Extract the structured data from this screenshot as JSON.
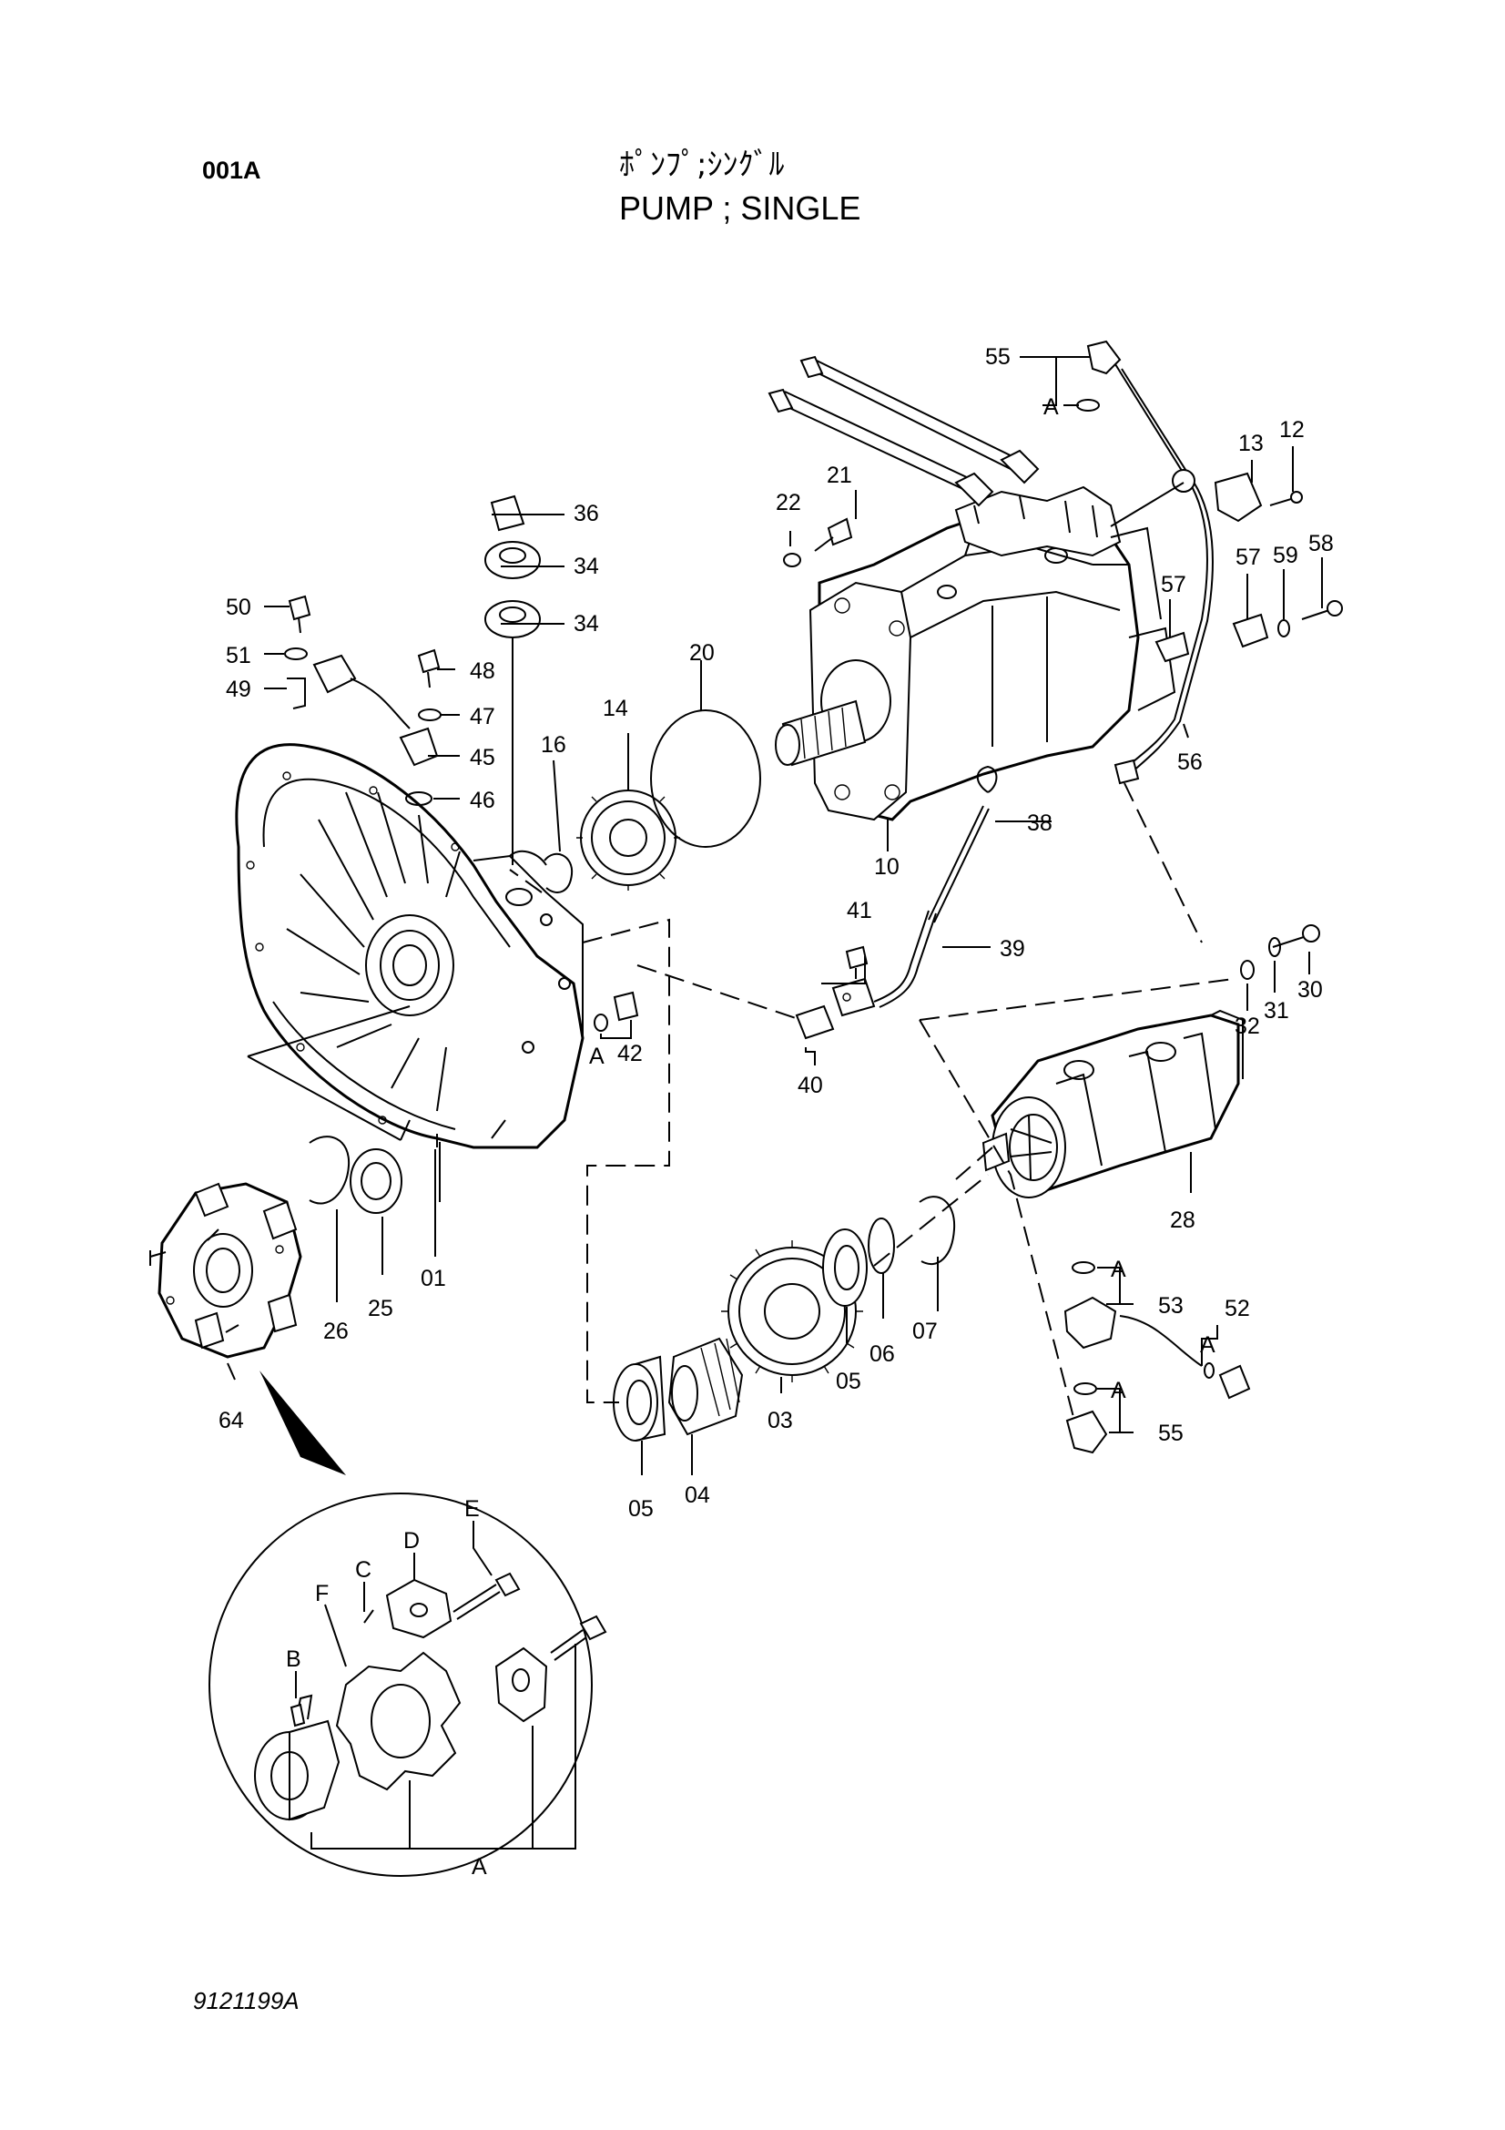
{
  "header": {
    "page_code": "001A",
    "title_jp": "ﾎﾟﾝﾌﾟ;ｼﾝｸﾞﾙ",
    "title_en": "PUMP ; SINGLE"
  },
  "footer": {
    "figure_code": "9121199A"
  },
  "callouts": {
    "c55a": "55",
    "c55b": "55",
    "c12": "12",
    "c13": "13",
    "c21": "21",
    "c22": "22",
    "c36": "36",
    "c34a": "34",
    "c34b": "34",
    "c50": "50",
    "c51": "51",
    "c49": "49",
    "c48": "48",
    "c47": "47",
    "c45": "45",
    "c46": "46",
    "c20": "20",
    "c14": "14",
    "c16": "16",
    "c57a": "57",
    "c57b": "57",
    "c59": "59",
    "c58": "58",
    "c56": "56",
    "c10": "10",
    "c38": "38",
    "c41": "41",
    "c39": "39",
    "c30": "30",
    "c31": "31",
    "c32": "32",
    "c42": "42",
    "c40": "40",
    "c28": "28",
    "c01": "01",
    "c25": "25",
    "c26": "26",
    "c64": "64",
    "c53": "53",
    "c52": "52",
    "c07": "07",
    "c06": "06",
    "c05a": "05",
    "c05b": "05",
    "c03": "03",
    "c04": "04"
  },
  "letters": {
    "A1": "A",
    "A2": "A",
    "A3": "A",
    "A4": "A",
    "A5": "A",
    "A6": "A",
    "B": "B",
    "C": "C",
    "D": "D",
    "E": "E",
    "F": "F"
  }
}
